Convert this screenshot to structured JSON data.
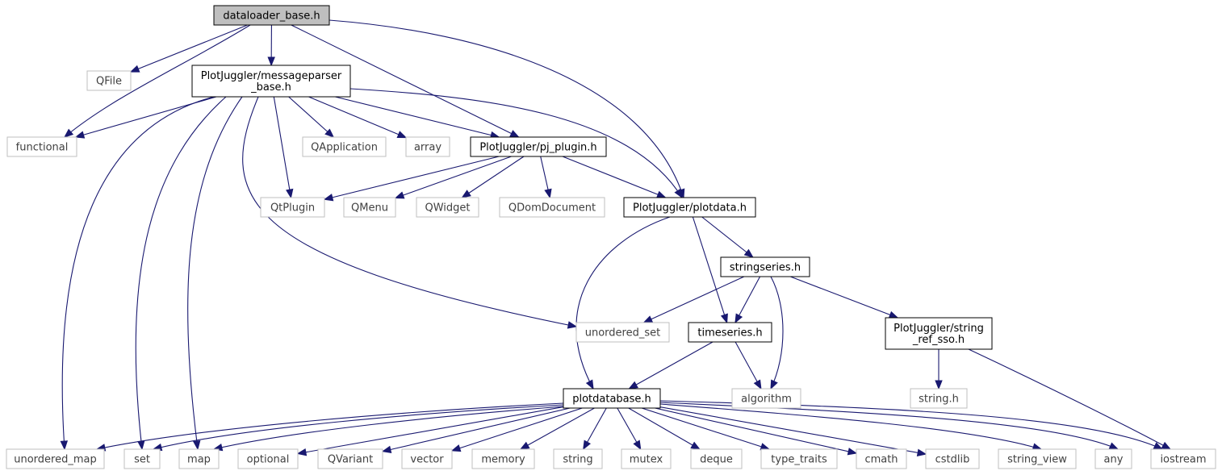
{
  "nodes": [
    {
      "id": "dataloader_base",
      "kind": "focus",
      "lines": [
        "dataloader_base.h"
      ]
    },
    {
      "id": "QFile",
      "kind": "external",
      "lines": [
        "QFile"
      ]
    },
    {
      "id": "messageparser",
      "kind": "local",
      "lines": [
        "PlotJuggler/messageparser",
        "_base.h"
      ]
    },
    {
      "id": "functional",
      "kind": "external",
      "lines": [
        "functional"
      ]
    },
    {
      "id": "QApplication",
      "kind": "external",
      "lines": [
        "QApplication"
      ]
    },
    {
      "id": "array",
      "kind": "external",
      "lines": [
        "array"
      ]
    },
    {
      "id": "pj_plugin",
      "kind": "local",
      "lines": [
        "PlotJuggler/pj_plugin.h"
      ]
    },
    {
      "id": "QtPlugin",
      "kind": "external",
      "lines": [
        "QtPlugin"
      ]
    },
    {
      "id": "QMenu",
      "kind": "external",
      "lines": [
        "QMenu"
      ]
    },
    {
      "id": "QWidget",
      "kind": "external",
      "lines": [
        "QWidget"
      ]
    },
    {
      "id": "QDomDocument",
      "kind": "external",
      "lines": [
        "QDomDocument"
      ]
    },
    {
      "id": "plotdata",
      "kind": "local",
      "lines": [
        "PlotJuggler/plotdata.h"
      ]
    },
    {
      "id": "stringseries",
      "kind": "local",
      "lines": [
        "stringseries.h"
      ]
    },
    {
      "id": "unordered_set",
      "kind": "external",
      "lines": [
        "unordered_set"
      ]
    },
    {
      "id": "timeseries",
      "kind": "local",
      "lines": [
        "timeseries.h"
      ]
    },
    {
      "id": "string_ref_sso",
      "kind": "local",
      "lines": [
        "PlotJuggler/string",
        "_ref_sso.h"
      ]
    },
    {
      "id": "plotdatabase",
      "kind": "local",
      "lines": [
        "plotdatabase.h"
      ]
    },
    {
      "id": "algorithm",
      "kind": "external",
      "lines": [
        "algorithm"
      ]
    },
    {
      "id": "string_h",
      "kind": "external",
      "lines": [
        "string.h"
      ]
    },
    {
      "id": "unordered_map",
      "kind": "external",
      "lines": [
        "unordered_map"
      ]
    },
    {
      "id": "set",
      "kind": "external",
      "lines": [
        "set"
      ]
    },
    {
      "id": "map",
      "kind": "external",
      "lines": [
        "map"
      ]
    },
    {
      "id": "optional",
      "kind": "external",
      "lines": [
        "optional"
      ]
    },
    {
      "id": "QVariant",
      "kind": "external",
      "lines": [
        "QVariant"
      ]
    },
    {
      "id": "vector",
      "kind": "external",
      "lines": [
        "vector"
      ]
    },
    {
      "id": "memory",
      "kind": "external",
      "lines": [
        "memory"
      ]
    },
    {
      "id": "string",
      "kind": "external",
      "lines": [
        "string"
      ]
    },
    {
      "id": "mutex",
      "kind": "external",
      "lines": [
        "mutex"
      ]
    },
    {
      "id": "deque",
      "kind": "external",
      "lines": [
        "deque"
      ]
    },
    {
      "id": "type_traits",
      "kind": "external",
      "lines": [
        "type_traits"
      ]
    },
    {
      "id": "cmath",
      "kind": "external",
      "lines": [
        "cmath"
      ]
    },
    {
      "id": "cstdlib",
      "kind": "external",
      "lines": [
        "cstdlib"
      ]
    },
    {
      "id": "string_view",
      "kind": "external",
      "lines": [
        "string_view"
      ]
    },
    {
      "id": "any",
      "kind": "external",
      "lines": [
        "any"
      ]
    },
    {
      "id": "iostream",
      "kind": "external",
      "lines": [
        "iostream"
      ]
    }
  ],
  "edges": [
    [
      "dataloader_base",
      "QFile"
    ],
    [
      "dataloader_base",
      "messageparser"
    ],
    [
      "dataloader_base",
      "functional"
    ],
    [
      "dataloader_base",
      "pj_plugin"
    ],
    [
      "dataloader_base",
      "plotdata"
    ],
    [
      "messageparser",
      "functional"
    ],
    [
      "messageparser",
      "unordered_map"
    ],
    [
      "messageparser",
      "set"
    ],
    [
      "messageparser",
      "map"
    ],
    [
      "messageparser",
      "unordered_set"
    ],
    [
      "messageparser",
      "QtPlugin"
    ],
    [
      "messageparser",
      "QApplication"
    ],
    [
      "messageparser",
      "array"
    ],
    [
      "messageparser",
      "pj_plugin"
    ],
    [
      "messageparser",
      "plotdata"
    ],
    [
      "pj_plugin",
      "QtPlugin"
    ],
    [
      "pj_plugin",
      "QMenu"
    ],
    [
      "pj_plugin",
      "QWidget"
    ],
    [
      "pj_plugin",
      "QDomDocument"
    ],
    [
      "pj_plugin",
      "plotdata"
    ],
    [
      "plotdata",
      "plotdatabase"
    ],
    [
      "plotdata",
      "timeseries"
    ],
    [
      "plotdata",
      "stringseries"
    ],
    [
      "stringseries",
      "unordered_set"
    ],
    [
      "stringseries",
      "timeseries"
    ],
    [
      "stringseries",
      "algorithm"
    ],
    [
      "stringseries",
      "string_ref_sso"
    ],
    [
      "timeseries",
      "plotdatabase"
    ],
    [
      "timeseries",
      "algorithm"
    ],
    [
      "string_ref_sso",
      "string_h"
    ],
    [
      "string_ref_sso",
      "iostream"
    ],
    [
      "plotdatabase",
      "unordered_map"
    ],
    [
      "plotdatabase",
      "set"
    ],
    [
      "plotdatabase",
      "map"
    ],
    [
      "plotdatabase",
      "optional"
    ],
    [
      "plotdatabase",
      "QVariant"
    ],
    [
      "plotdatabase",
      "vector"
    ],
    [
      "plotdatabase",
      "memory"
    ],
    [
      "plotdatabase",
      "string"
    ],
    [
      "plotdatabase",
      "mutex"
    ],
    [
      "plotdatabase",
      "deque"
    ],
    [
      "plotdatabase",
      "type_traits"
    ],
    [
      "plotdatabase",
      "cmath"
    ],
    [
      "plotdatabase",
      "cstdlib"
    ],
    [
      "plotdatabase",
      "string_view"
    ],
    [
      "plotdatabase",
      "any"
    ],
    [
      "plotdatabase",
      "iostream"
    ]
  ],
  "colors": {
    "edge": "#191970",
    "focus_fill": "#bfbfbf",
    "local_border": "#000000",
    "external_border": "#bfbfbf"
  }
}
